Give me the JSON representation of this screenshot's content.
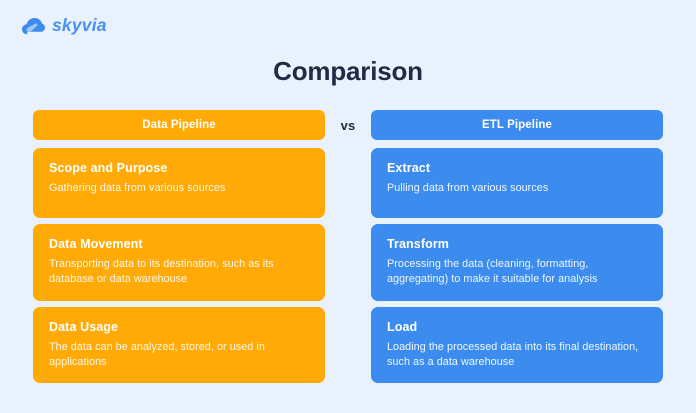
{
  "brand": {
    "name": "skyvia",
    "icon": "cloud-icon",
    "color": "#4a90f0"
  },
  "page": {
    "title": "Comparison",
    "background_color": "#e9f2fc",
    "title_color": "#222b45"
  },
  "comparison": {
    "vs_label": "vs",
    "left": {
      "header": "Data Pipeline",
      "color": "#ffaa06",
      "items": [
        {
          "title": "Scope and Purpose",
          "description": "Gathering data from various sources"
        },
        {
          "title": "Data Movement",
          "description": "Transporting data to its destination, such as its database or data warehouse"
        },
        {
          "title": "Data Usage",
          "description": "The data can be analyzed, stored, or used in applications"
        }
      ]
    },
    "right": {
      "header": "ETL Pipeline",
      "color": "#3b8cee",
      "items": [
        {
          "title": "Extract",
          "description": "Pulling data from various sources"
        },
        {
          "title": "Transform",
          "description": "Processing the data (cleaning, formatting, aggregating) to make it suitable for analysis"
        },
        {
          "title": "Load",
          "description": "Loading the processed data into its final destination, such as a data warehouse"
        }
      ]
    }
  }
}
